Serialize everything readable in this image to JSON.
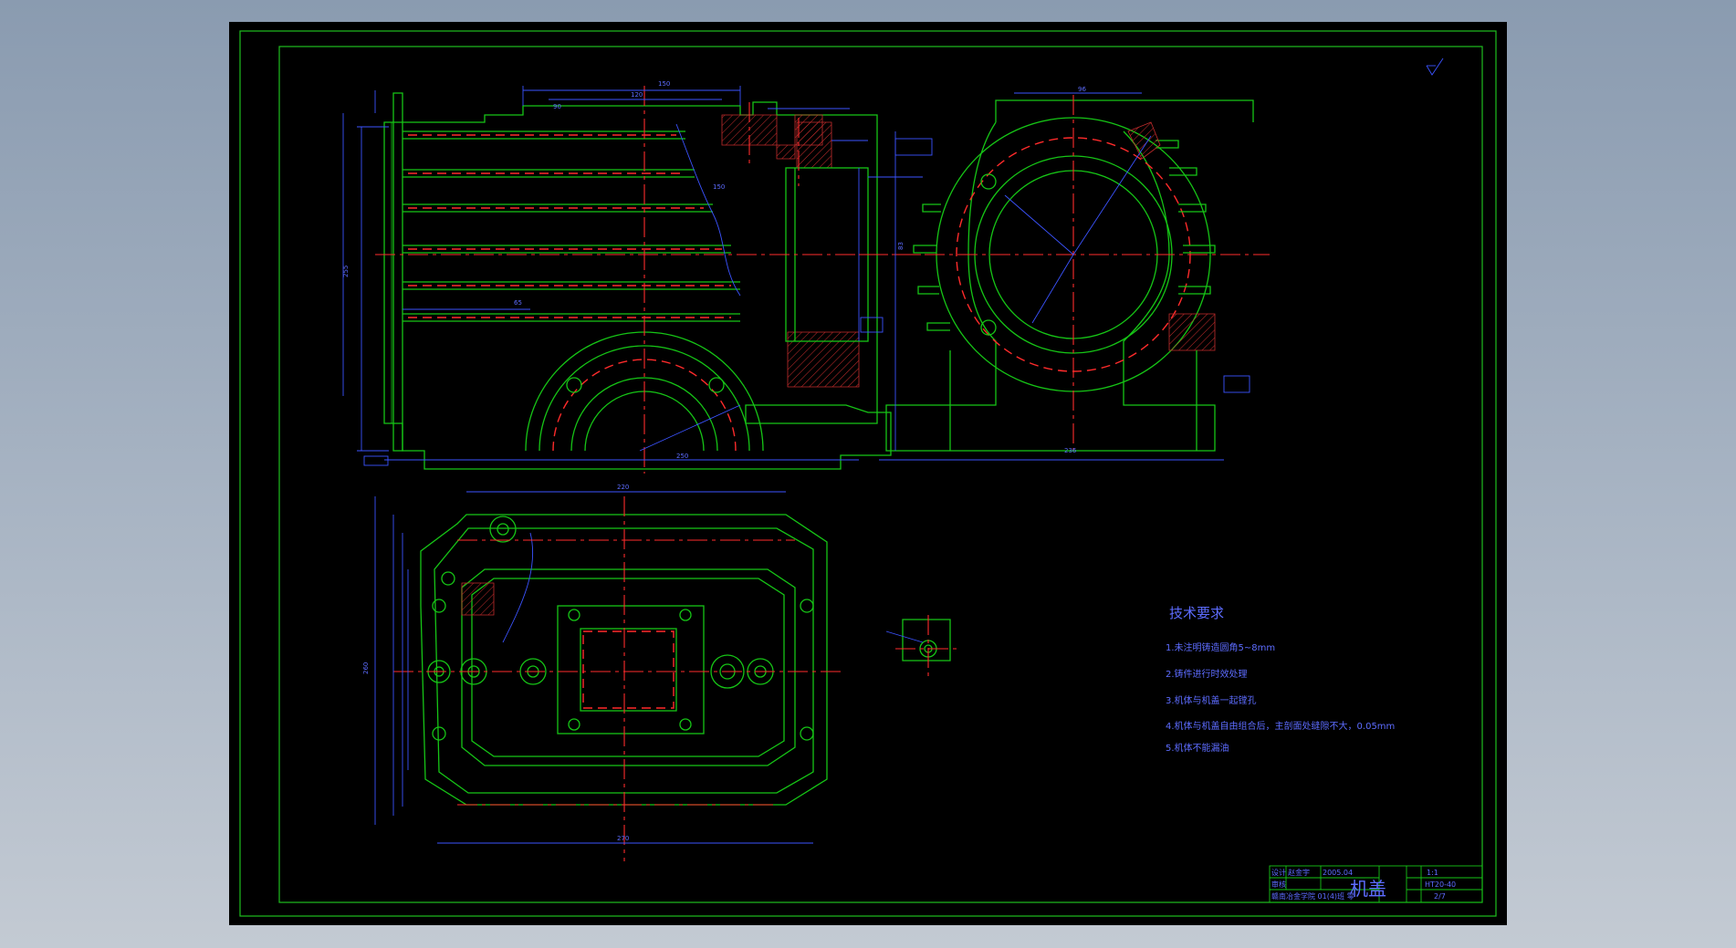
{
  "tech_requirements": {
    "heading": "技术要求",
    "items": [
      "1.未注明铸造圆角5~8mm",
      "2.铸件进行时效处理",
      "3.机体与机盖一起镗孔",
      "4.机体与机盖自由组合后，主剖面处缝隙不大，0.05mm",
      "5.机体不能漏油"
    ]
  },
  "title_block": {
    "part_name": "机盖",
    "scale_value": "1:1",
    "material": "HT20-40",
    "sheet_no": "2/7",
    "label_design": "设计",
    "designer": "赵金宇",
    "date": "2005.04",
    "label_check": "审核",
    "school": "赣南冶金学院 01(4)班 零"
  },
  "colors": {
    "background": "#000000",
    "outline": "#16c516",
    "dimension": "#3b53ff",
    "centerline": "#ff2b2b"
  }
}
